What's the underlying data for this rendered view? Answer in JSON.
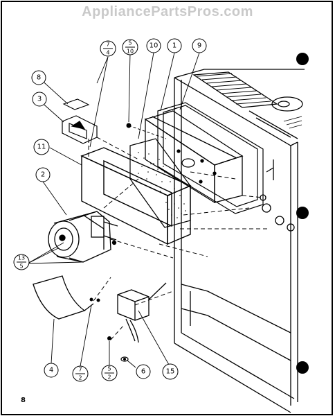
{
  "watermark": "AppliancePartsPros.com",
  "page_number": "8",
  "callouts": {
    "c1": "1",
    "c2": "2",
    "c3": "3",
    "c4": "4",
    "c6": "6",
    "c8": "8",
    "c9": "9",
    "c10": "10",
    "c11": "11",
    "c15": "15",
    "c7_4_top": "7",
    "c7_4_bot": "4",
    "c5_10_top": "5",
    "c5_10_bot": "10",
    "c13_5_top": "13",
    "c13_5_bot": "5",
    "c7_2_top": "7",
    "c7_2_bot": "2",
    "c5_2_top": "5",
    "c5_2_bot": "2"
  }
}
